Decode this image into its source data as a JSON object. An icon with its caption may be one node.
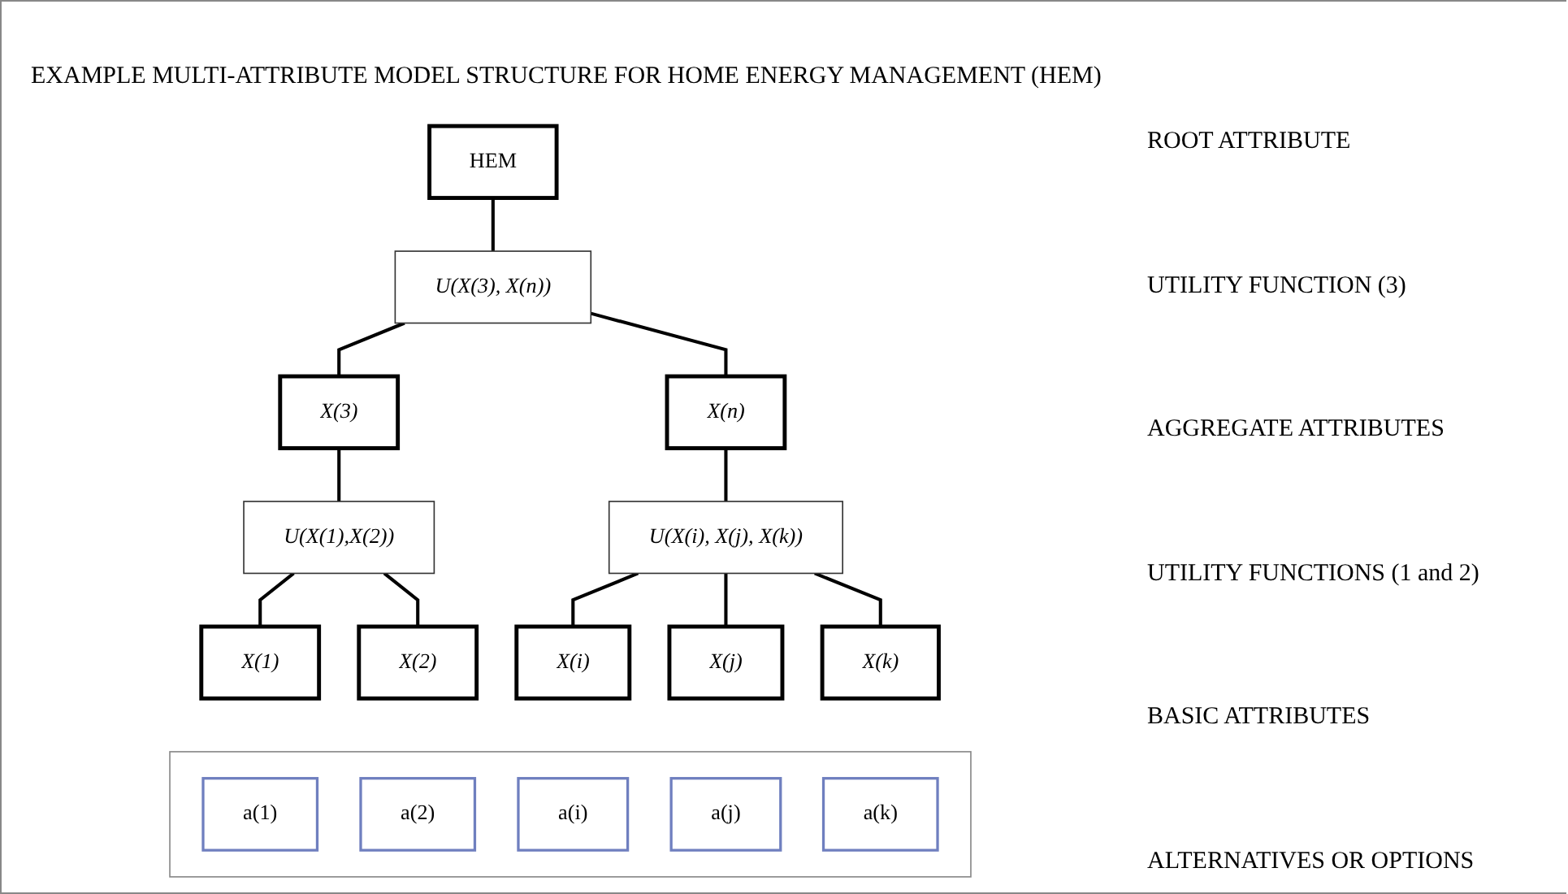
{
  "diagram": {
    "title": "EXAMPLE MULTI-ATTRIBUTE MODEL STRUCTURE FOR HOME ENERGY MANAGEMENT (HEM)",
    "nodes": [
      {
        "text": [
          "HEM"
        ]
      },
      {
        "text": [
          "U(X(3), X(n))"
        ]
      },
      {
        "text": [
          "X(3)"
        ]
      },
      {
        "text": [
          "X(n)"
        ]
      },
      {
        "text": [
          "U(X(1),X(2))"
        ]
      },
      {
        "text": [
          "U(X(i), X(j), X(k))"
        ]
      },
      {
        "text": [
          "X(1)"
        ]
      },
      {
        "text": [
          "X(2)"
        ]
      },
      {
        "text": [
          "X(i)"
        ]
      },
      {
        "text": [
          "X(j)"
        ]
      },
      {
        "text": [
          "X(k)"
        ]
      },
      {
        "text": [],
        "shape": "box"
      },
      {
        "text": [
          "a(1)"
        ],
        "in": 11
      },
      {
        "text": [
          "a(2)"
        ],
        "in": 11
      },
      {
        "text": [
          "a(i)"
        ],
        "in": 11
      },
      {
        "text": [
          "a(j)"
        ],
        "in": 11
      },
      {
        "text": [
          "a(k)"
        ],
        "in": 11
      }
    ],
    "edges": [
      {
        "from": 0,
        "to": 1,
        "arrow": "none"
      },
      {
        "from": 1,
        "to": 2,
        "arrow": "none"
      },
      {
        "from": 1,
        "to": 3,
        "arrow": "none"
      },
      {
        "from": 2,
        "to": 4,
        "arrow": "none"
      },
      {
        "from": 3,
        "to": 5,
        "arrow": "none"
      },
      {
        "from": 4,
        "to": 6,
        "arrow": "none"
      },
      {
        "from": 4,
        "to": 7,
        "arrow": "none"
      },
      {
        "from": 5,
        "to": 8,
        "arrow": "none"
      },
      {
        "from": 5,
        "to": 9,
        "arrow": "none"
      },
      {
        "from": 5,
        "to": 10,
        "arrow": "none"
      }
    ],
    "labels": [
      "ROOT ATTRIBUTE",
      "UTILITY FUNCTION  (3)",
      "AGGREGATE ATTRIBUTES",
      "UTILITY FUNCTIONS (1 and 2)",
      "BASIC ATTRIBUTES",
      "ALTERNATIVES OR OPTIONS"
    ]
  }
}
